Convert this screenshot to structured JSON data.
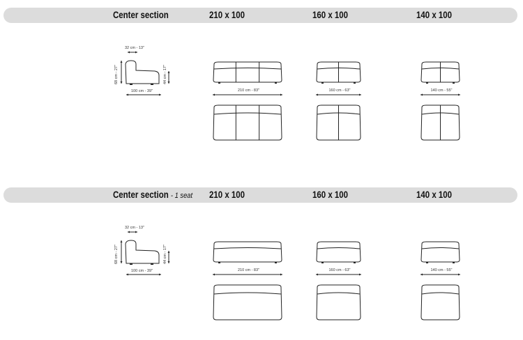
{
  "sections": [
    {
      "title": "Center section",
      "subtitle": "",
      "sizes": [
        "210 x 100",
        "160 x 100",
        "140 x 100"
      ],
      "seats": [
        3,
        2,
        2
      ],
      "side_view": {
        "depth": "32 cm - 13\"",
        "height": "68 cm - 27\"",
        "seat_height": "44 cm - 17\"",
        "length": "100 cm - 39\""
      },
      "widths": [
        "210 cm - 83\"",
        "160 cm - 63\"",
        "140 cm - 55\""
      ]
    },
    {
      "title": "Center section",
      "subtitle": "- 1 seat",
      "sizes": [
        "210 x 100",
        "160 x 100",
        "140 x 100"
      ],
      "seats": [
        1,
        1,
        1
      ],
      "side_view": {
        "depth": "32 cm - 13\"",
        "height": "68 cm - 27\"",
        "seat_height": "44 cm - 17\"",
        "length": "100 cm - 39\""
      },
      "widths": [
        "210 cm - 83\"",
        "160 cm - 63\"",
        "140 cm - 55\""
      ]
    }
  ]
}
